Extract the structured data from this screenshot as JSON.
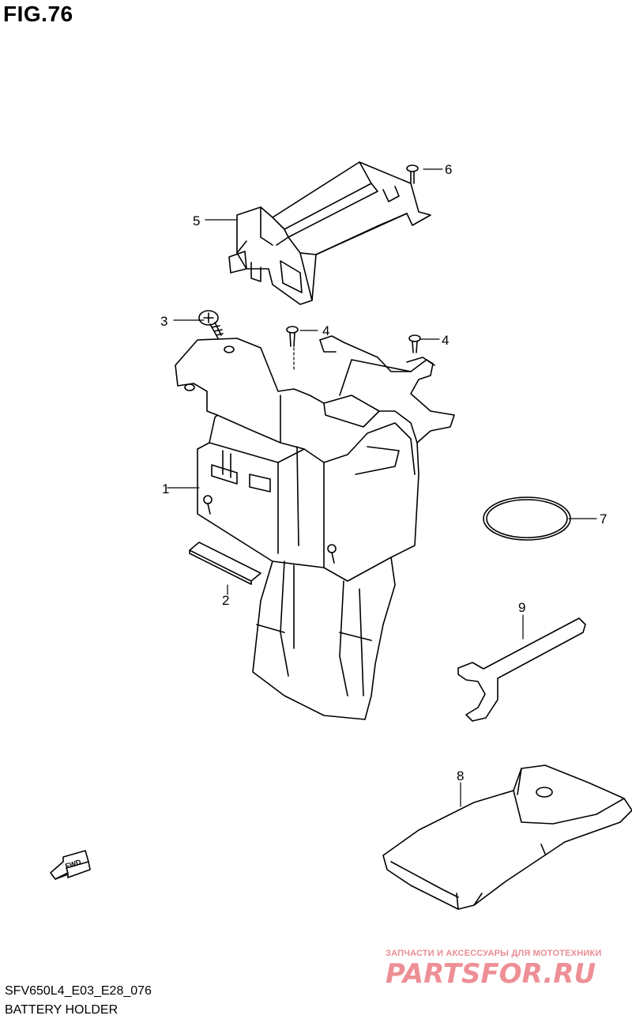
{
  "figure": {
    "title": "FIG.76"
  },
  "callouts": [
    {
      "id": "1",
      "label": "1"
    },
    {
      "id": "2",
      "label": "2"
    },
    {
      "id": "3",
      "label": "3"
    },
    {
      "id": "4a",
      "label": "4"
    },
    {
      "id": "4b",
      "label": "4"
    },
    {
      "id": "5",
      "label": "5"
    },
    {
      "id": "6",
      "label": "6"
    },
    {
      "id": "7",
      "label": "7"
    },
    {
      "id": "8",
      "label": "8"
    },
    {
      "id": "9",
      "label": "9"
    }
  ],
  "direction_badge": {
    "label": "FWD",
    "icon": "fwd-arrow-icon"
  },
  "footer": {
    "code": "SFV650L4_E03_E28_076",
    "caption": "BATTERY HOLDER"
  },
  "watermark": {
    "tagline": "ЗАПЧАСТИ И АКСЕССУАРЫ ДЛЯ МОТОТЕХНИКИ",
    "logo": "PARTSFOR.RU",
    "color": "#ee8f96"
  }
}
